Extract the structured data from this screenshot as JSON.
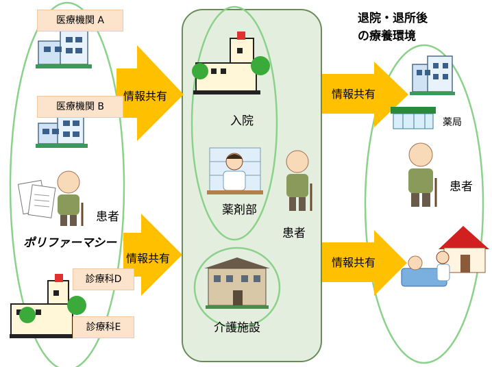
{
  "left_group": {
    "facility_a": "医療機関 A",
    "facility_b": "医療機関 B",
    "patient": "患者",
    "polypharmacy": "ポリファーマシー",
    "clinic_d": "診療科D",
    "clinic_e": "診療科E"
  },
  "center_group": {
    "admission": "入院",
    "pharmacy_dept": "薬剤部",
    "care_facility": "介護施設",
    "patient": "患者"
  },
  "right_group": {
    "title_line1": "退院・退所後",
    "title_line2": "の療養環境",
    "pharmacy": "薬局",
    "patient": "患者"
  },
  "arrows": {
    "top_left": "情報共有",
    "bottom_left": "情報共有",
    "top_right": "情報共有",
    "bottom_right": "情報共有"
  },
  "colors": {
    "ellipse_stroke": "#8ad18a",
    "center_fill": "#e4eede",
    "arrow_fill": "#ffc000",
    "tag_fill": "#fbe3cc"
  }
}
